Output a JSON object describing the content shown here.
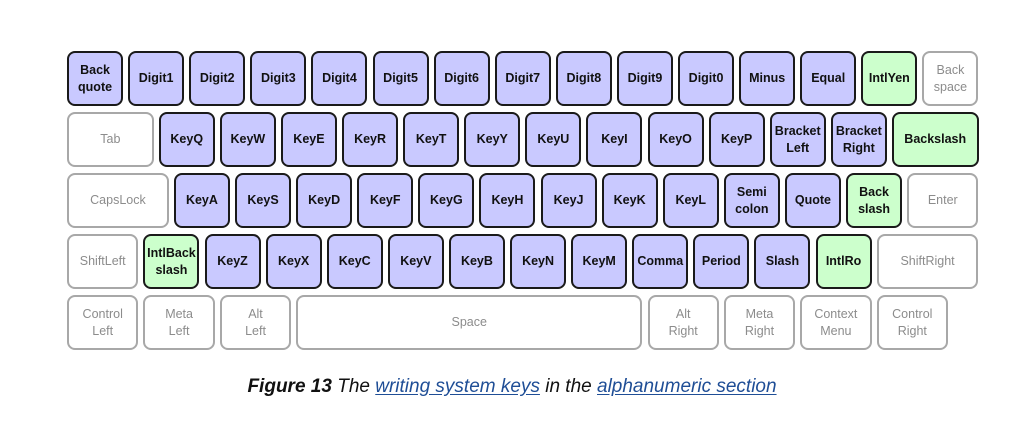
{
  "keyboard": {
    "rows": [
      {
        "keys": [
          {
            "label": "Back\nquote",
            "kind": "writing",
            "units": 1
          },
          {
            "label": "Digit1",
            "kind": "writing",
            "units": 1
          },
          {
            "label": "Digit2",
            "kind": "writing",
            "units": 1
          },
          {
            "label": "Digit3",
            "kind": "writing",
            "units": 1
          },
          {
            "label": "Digit4",
            "kind": "writing",
            "units": 1
          },
          {
            "label": "Digit5",
            "kind": "writing",
            "units": 1
          },
          {
            "label": "Digit6",
            "kind": "writing",
            "units": 1
          },
          {
            "label": "Digit7",
            "kind": "writing",
            "units": 1
          },
          {
            "label": "Digit8",
            "kind": "writing",
            "units": 1
          },
          {
            "label": "Digit9",
            "kind": "writing",
            "units": 1
          },
          {
            "label": "Digit0",
            "kind": "writing",
            "units": 1
          },
          {
            "label": "Minus",
            "kind": "writing",
            "units": 1
          },
          {
            "label": "Equal",
            "kind": "writing",
            "units": 1
          },
          {
            "label": "IntlYen",
            "kind": "intl",
            "units": 1
          },
          {
            "label": "Back\nspace",
            "kind": "functional",
            "units": 1
          }
        ]
      },
      {
        "keys": [
          {
            "label": "Tab",
            "kind": "functional",
            "units": 1.5
          },
          {
            "label": "KeyQ",
            "kind": "writing",
            "units": 1
          },
          {
            "label": "KeyW",
            "kind": "writing",
            "units": 1
          },
          {
            "label": "KeyE",
            "kind": "writing",
            "units": 1
          },
          {
            "label": "KeyR",
            "kind": "writing",
            "units": 1
          },
          {
            "label": "KeyT",
            "kind": "writing",
            "units": 1
          },
          {
            "label": "KeyY",
            "kind": "writing",
            "units": 1
          },
          {
            "label": "KeyU",
            "kind": "writing",
            "units": 1
          },
          {
            "label": "KeyI",
            "kind": "writing",
            "units": 1
          },
          {
            "label": "KeyO",
            "kind": "writing",
            "units": 1
          },
          {
            "label": "KeyP",
            "kind": "writing",
            "units": 1
          },
          {
            "label": "Bracket\nLeft",
            "kind": "writing",
            "units": 1
          },
          {
            "label": "Bracket\nRight",
            "kind": "writing",
            "units": 1
          },
          {
            "label": "Backslash",
            "kind": "intl",
            "units": 1.5
          }
        ]
      },
      {
        "keys": [
          {
            "label": "CapsLock",
            "kind": "functional",
            "units": 1.75
          },
          {
            "label": "KeyA",
            "kind": "writing",
            "units": 1
          },
          {
            "label": "KeyS",
            "kind": "writing",
            "units": 1
          },
          {
            "label": "KeyD",
            "kind": "writing",
            "units": 1
          },
          {
            "label": "KeyF",
            "kind": "writing",
            "units": 1
          },
          {
            "label": "KeyG",
            "kind": "writing",
            "units": 1
          },
          {
            "label": "KeyH",
            "kind": "writing",
            "units": 1
          },
          {
            "label": "KeyJ",
            "kind": "writing",
            "units": 1
          },
          {
            "label": "KeyK",
            "kind": "writing",
            "units": 1
          },
          {
            "label": "KeyL",
            "kind": "writing",
            "units": 1
          },
          {
            "label": "Semi\ncolon",
            "kind": "writing",
            "units": 1
          },
          {
            "label": "Quote",
            "kind": "writing",
            "units": 1
          },
          {
            "label": "Back\nslash",
            "kind": "intl",
            "units": 1
          },
          {
            "label": "Enter",
            "kind": "functional",
            "units": 1.25
          }
        ]
      },
      {
        "keys": [
          {
            "label": "ShiftLeft",
            "kind": "functional",
            "units": 1.25
          },
          {
            "label": "IntlBack\nslash",
            "kind": "intl",
            "units": 1
          },
          {
            "label": "KeyZ",
            "kind": "writing",
            "units": 1
          },
          {
            "label": "KeyX",
            "kind": "writing",
            "units": 1
          },
          {
            "label": "KeyC",
            "kind": "writing",
            "units": 1
          },
          {
            "label": "KeyV",
            "kind": "writing",
            "units": 1
          },
          {
            "label": "KeyB",
            "kind": "writing",
            "units": 1
          },
          {
            "label": "KeyN",
            "kind": "writing",
            "units": 1
          },
          {
            "label": "KeyM",
            "kind": "writing",
            "units": 1
          },
          {
            "label": "Comma",
            "kind": "writing",
            "units": 1
          },
          {
            "label": "Period",
            "kind": "writing",
            "units": 1
          },
          {
            "label": "Slash",
            "kind": "writing",
            "units": 1
          },
          {
            "label": "IntlRo",
            "kind": "intl",
            "units": 1
          },
          {
            "label": "ShiftRight",
            "kind": "functional",
            "units": 1.75
          }
        ]
      },
      {
        "keys": [
          {
            "label": "Control\nLeft",
            "kind": "functional",
            "units": 1.25
          },
          {
            "label": "Meta\nLeft",
            "kind": "functional",
            "units": 1.25
          },
          {
            "label": "Alt\nLeft",
            "kind": "functional",
            "units": 1.25
          },
          {
            "label": "Space",
            "kind": "functional",
            "units": 5.75
          },
          {
            "label": "Alt\nRight",
            "kind": "functional",
            "units": 1.25
          },
          {
            "label": "Meta\nRight",
            "kind": "functional",
            "units": 1.25
          },
          {
            "label": "Context\nMenu",
            "kind": "functional",
            "units": 1.25
          },
          {
            "label": "Control\nRight",
            "kind": "functional",
            "units": 1.25
          }
        ]
      }
    ]
  },
  "caption": {
    "figure": "Figure 13",
    "the": " The ",
    "link1": "writing system keys",
    "in_the": " in the ",
    "link2": "alphanumeric section"
  },
  "colors": {
    "writing_fill": "#c9c9ff",
    "intl_fill": "#ccffcc",
    "functional_border": "#a8a8a8",
    "link": "#1f4e96"
  }
}
